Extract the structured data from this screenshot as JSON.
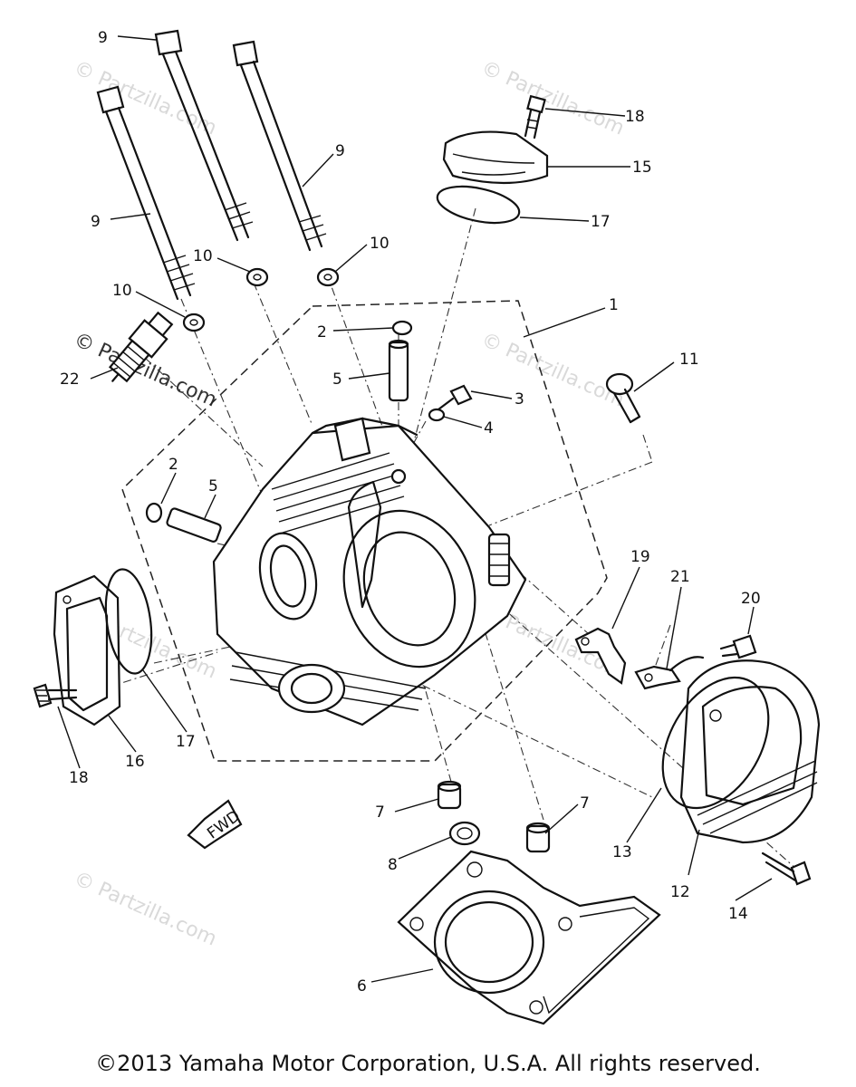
{
  "watermark": "© Partzilla.com",
  "watermark_overlay": "© Partzilla.com",
  "copyright": "©2013 Yamaha Motor Corporation, U.S.A. All rights reserved.",
  "fwd_arrow": "FWD",
  "callouts": {
    "c1": "1",
    "c2a": "2",
    "c2b": "2",
    "c3": "3",
    "c4": "4",
    "c5a": "5",
    "c5b": "5",
    "c6": "6",
    "c7a": "7",
    "c7b": "7",
    "c8": "8",
    "c9a": "9",
    "c9b": "9",
    "c9c": "9",
    "c10a": "10",
    "c10b": "10",
    "c10c": "10",
    "c11": "11",
    "c12": "12",
    "c13": "13",
    "c14": "14",
    "c15": "15",
    "c16": "16",
    "c17a": "17",
    "c17b": "17",
    "c18a": "18",
    "c18b": "18",
    "c19": "19",
    "c20": "20",
    "c21": "21",
    "c22": "22"
  }
}
